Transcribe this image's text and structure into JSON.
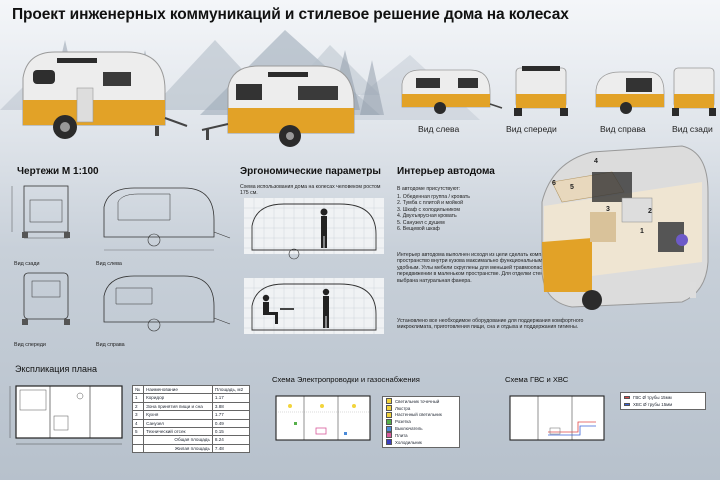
{
  "title": "Проект инженерных коммуникаций и стилевое решение дома на колесах",
  "views": [
    "Вид слева",
    "Вид спереди",
    "Вид справа",
    "Вид сзади"
  ],
  "drawings": {
    "heading": "Чертежи М 1:100",
    "labels": [
      "Вид сзади",
      "Вид слева",
      "Вид спереди",
      "Вид справа"
    ]
  },
  "ergonomics": {
    "heading": "Эргономические параметры",
    "caption": "Схема использования дома на колесах человеком ростом 175 см."
  },
  "interior": {
    "heading": "Интерьер автодома",
    "intro": "В автодоме присутствуют:",
    "items": [
      "1. Обеденная группа / кровать",
      "2. Тумба с плитой и мойкой",
      "3. Шкаф с холодильником",
      "4. Двухъярусная кровать",
      "5. Санузел с душем",
      "6. Вещевой шкаф"
    ],
    "para1": "Интерьер автодома выполнен исходя из цели сделать компактное пространство внутри кузова максимально функциональным и удобным. Углы мебели скруглены для меньшей травмоопасности при передвижении в маленьком пространстве. Для отделки стен и мебели выбрана натуральная фанера.",
    "para2": "Установлено все необходимое оборудование для поддержания комфортного микроклимата, приготовления пищи, сна и отдыха и поддержания гигиены.",
    "markers": [
      "1",
      "2",
      "3",
      "4",
      "5",
      "6"
    ]
  },
  "plan": {
    "heading": "Экспликация плана",
    "headers": [
      "№",
      "Наименование",
      "Площадь, м2"
    ],
    "rows": [
      [
        "1",
        "Коридор",
        "1.17"
      ],
      [
        "2",
        "Зона принятия пищи и сна",
        "3.88"
      ],
      [
        "3",
        "Кухня",
        "1.77"
      ],
      [
        "4",
        "Санузел",
        "0.49"
      ],
      [
        "5",
        "Технический отсек",
        "0.15"
      ]
    ],
    "totals": [
      [
        "Общая площадь",
        "8.24"
      ],
      [
        "Жилая площадь",
        "7.48"
      ]
    ]
  },
  "electric": {
    "heading": "Схема Электропроводки и газоснабжения",
    "legend": [
      {
        "label": "Светильник точечный",
        "color": "#f2d43c"
      },
      {
        "label": "Люстра",
        "color": "#f2d43c"
      },
      {
        "label": "Настенный светильник",
        "color": "#f2d43c"
      },
      {
        "label": "Розетка",
        "color": "#56b04a"
      },
      {
        "label": "Выключатель",
        "color": "#4a8ad8"
      },
      {
        "label": "Плита",
        "color": "#d85a9b"
      },
      {
        "label": "Холодильник",
        "color": "#3a3fc0"
      }
    ]
  },
  "water": {
    "heading": "Схема ГВС и ХВС",
    "legend": [
      {
        "label": "ГВС Ø трубы 15мм",
        "color": "#e04848"
      },
      {
        "label": "ХВС Ø трубы 15мм",
        "color": "#3b63d8"
      }
    ]
  },
  "colors": {
    "accent": "#e2a227",
    "body": "#eeeeee",
    "dark": "#2b2b2b"
  }
}
